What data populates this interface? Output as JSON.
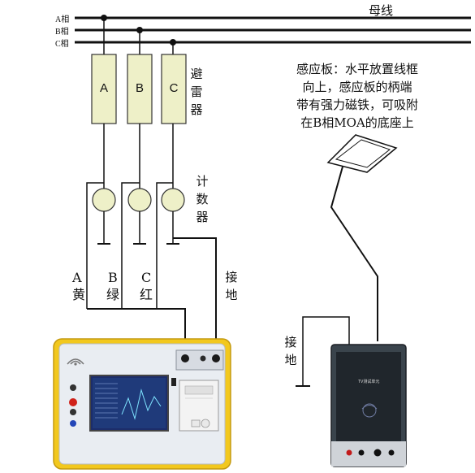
{
  "bus": {
    "title": "母线",
    "phases": [
      "A相",
      "B相",
      "C相"
    ]
  },
  "arresters": {
    "letters": [
      "A",
      "B",
      "C"
    ],
    "label": "避雷器"
  },
  "counter": {
    "label": "计数器"
  },
  "wires": {
    "a_letter": "A",
    "a_color": "黄",
    "b_letter": "B",
    "b_color": "绿",
    "c_letter": "C",
    "c_color": "红"
  },
  "ground_main": {
    "label": "接地"
  },
  "ground_sensor": {
    "label": "接地"
  },
  "sensor_note": {
    "lines": [
      "感应板：水平放置线框",
      "向上，感应板的柄端",
      "带有强力磁铁，可吸附",
      "在B相MOA的底座上"
    ]
  },
  "sensor_box": {
    "label": "TV测试单元"
  },
  "colors": {
    "accent_yellow": "#f2c81e",
    "device_panel": "#e9edf2",
    "screen_blue": "#1c2d6a",
    "sensor_dark": "#20262c"
  }
}
